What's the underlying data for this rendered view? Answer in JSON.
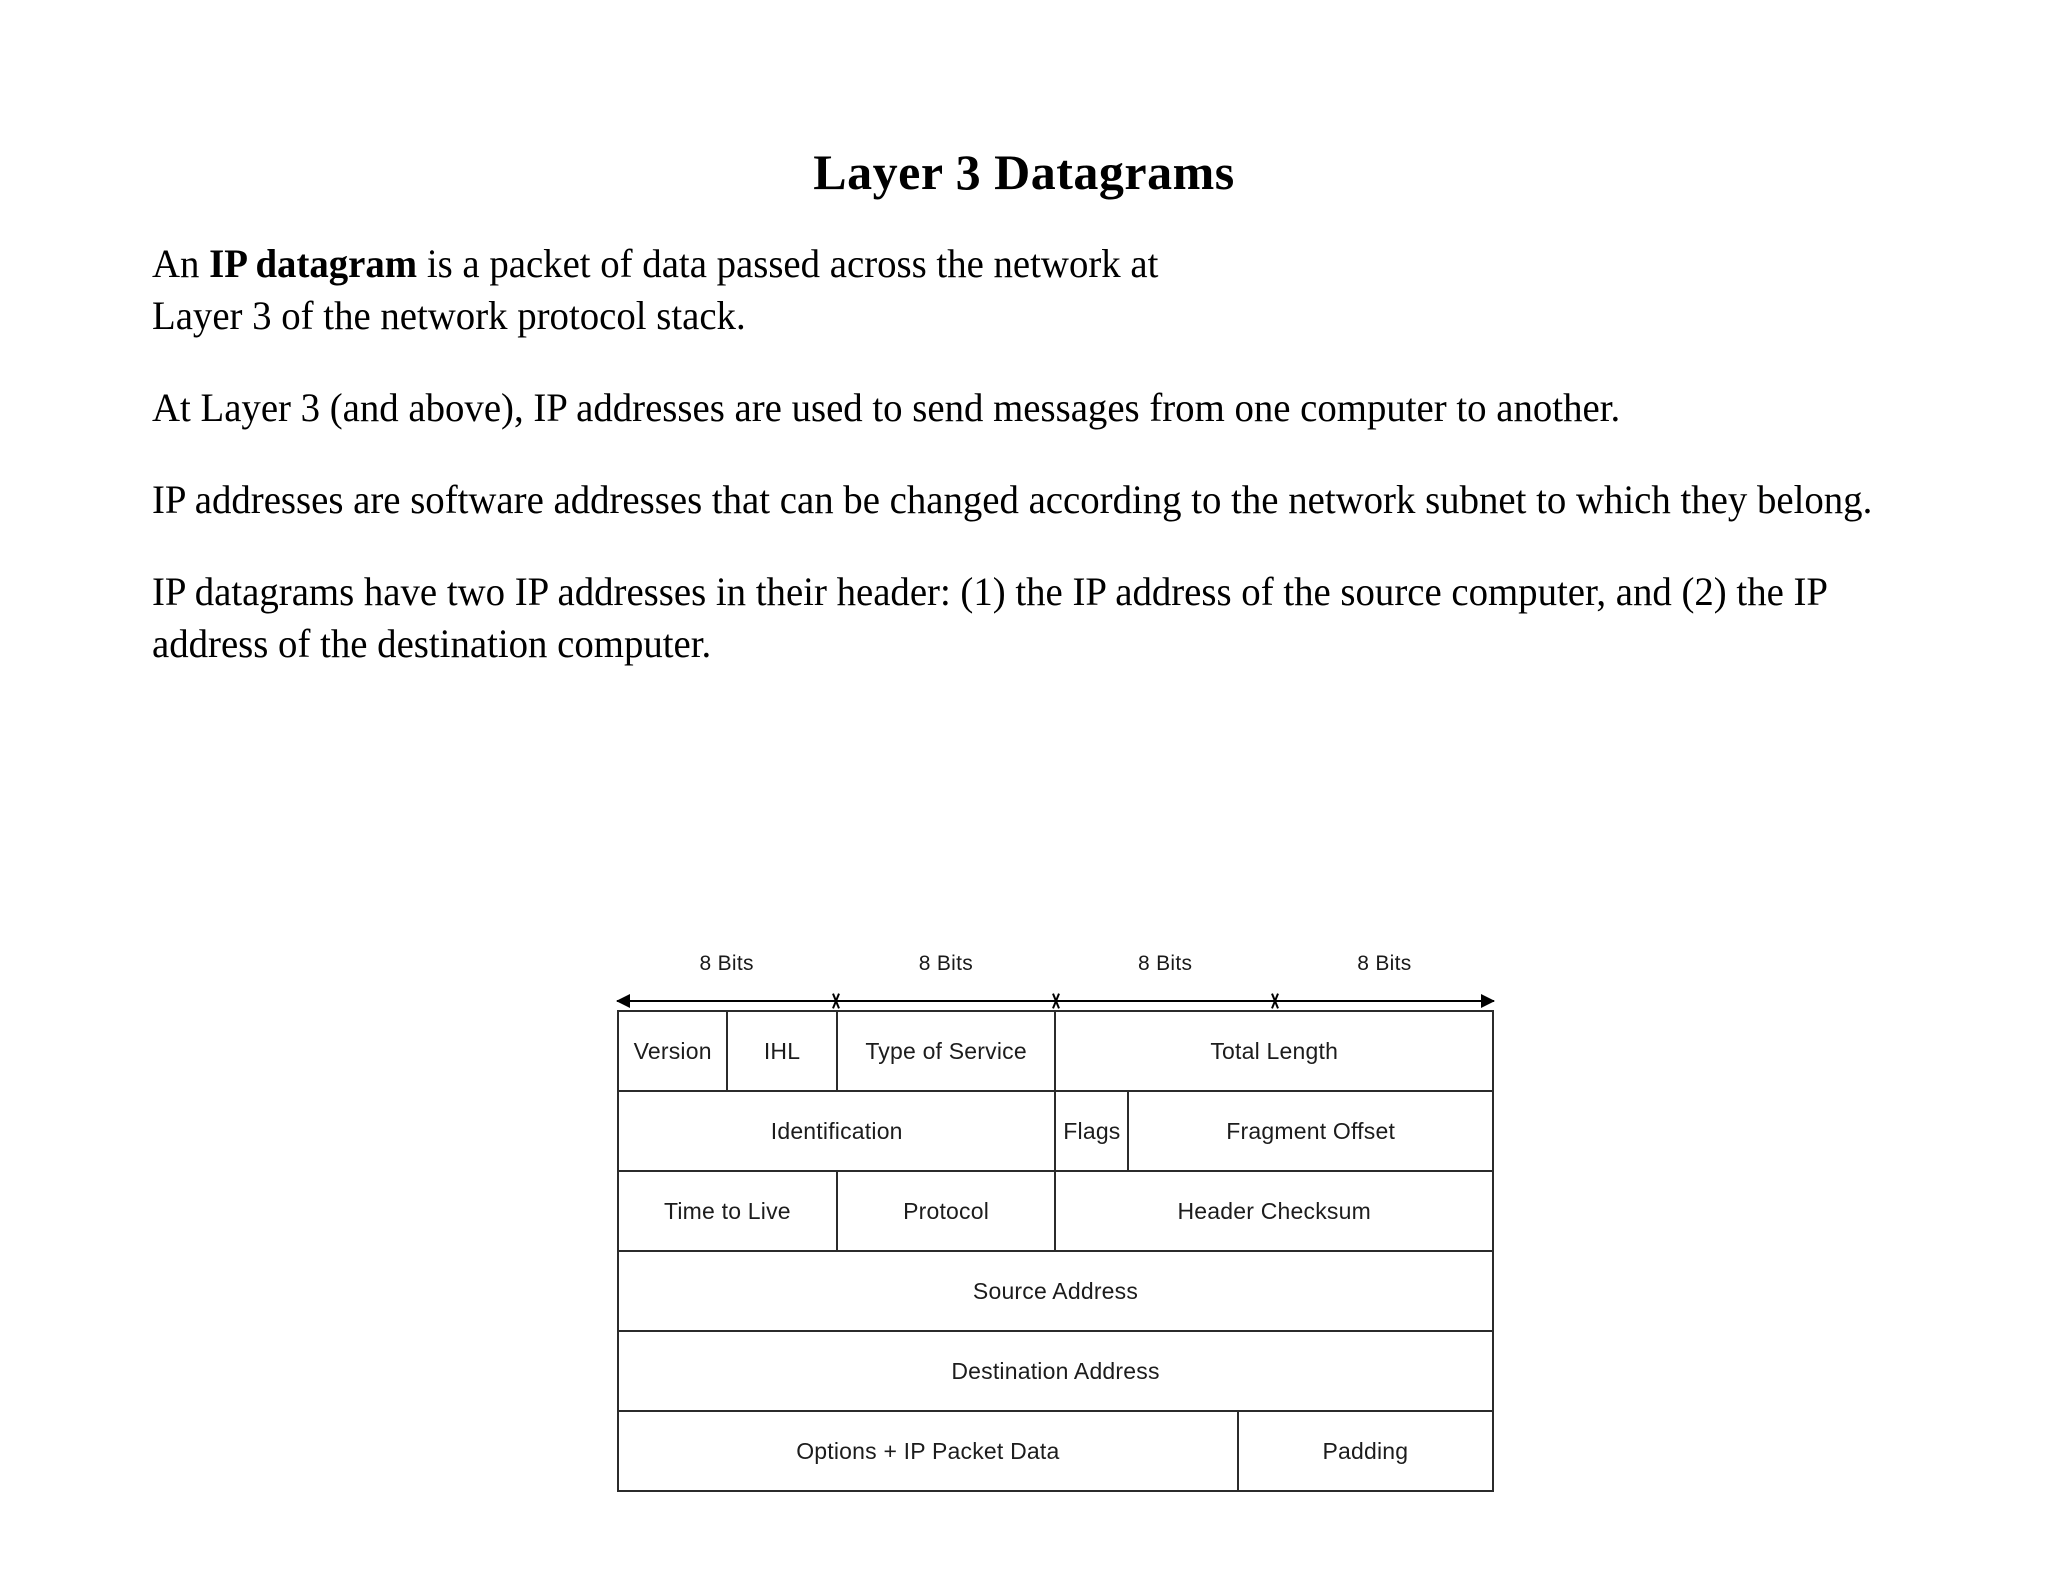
{
  "slide": {
    "title": "Layer 3 Datagrams",
    "paragraphs": [
      {
        "id": "para-1",
        "segments": [
          {
            "text": "An ",
            "bold": false
          },
          {
            "text": "IP datagram",
            "bold": true
          },
          {
            "text": " is a packet of data passed across the network at\nLayer 3 of the network protocol stack.",
            "bold": false
          }
        ]
      },
      {
        "id": "para-2",
        "segments": [
          {
            "text": "At Layer 3 (and above), IP addresses are used to send messages from one computer to another.",
            "bold": false
          }
        ]
      },
      {
        "id": "para-3",
        "segments": [
          {
            "text": "IP addresses are software addresses that can be changed according to the network subnet to which they belong.",
            "bold": false
          }
        ]
      },
      {
        "id": "para-4",
        "segments": [
          {
            "text": "IP datagrams have two IP addresses in their header: (1) the IP address of the source computer, and (2) the IP address of the destination computer.",
            "bold": false
          }
        ]
      }
    ]
  },
  "diagram": {
    "name": "ipv4-header-format",
    "ruler": {
      "labels": [
        "8 Bits",
        "8 Bits",
        "8 Bits",
        "8 Bits"
      ],
      "tick_positions_percent": [
        25,
        50,
        75
      ]
    },
    "rows": [
      {
        "id": "row-1",
        "cells": [
          {
            "label": "Version",
            "span": 3
          },
          {
            "label": "IHL",
            "span": 3
          },
          {
            "label": "Type of Service",
            "span": 6
          },
          {
            "label": "Total Length",
            "span": 12
          }
        ]
      },
      {
        "id": "row-2",
        "cells": [
          {
            "label": "Identification",
            "span": 12
          },
          {
            "label": "Flags",
            "span": 2
          },
          {
            "label": "Fragment Offset",
            "span": 10
          }
        ]
      },
      {
        "id": "row-3",
        "cells": [
          {
            "label": "Time to Live",
            "span": 6
          },
          {
            "label": "Protocol",
            "span": 6
          },
          {
            "label": "Header Checksum",
            "span": 12
          }
        ]
      },
      {
        "id": "row-4",
        "cells": [
          {
            "label": "Source Address",
            "span": 24
          }
        ]
      },
      {
        "id": "row-5",
        "cells": [
          {
            "label": "Destination Address",
            "span": 24
          }
        ]
      },
      {
        "id": "row-6",
        "cells": [
          {
            "label": "Options + IP Packet Data",
            "span": 17
          },
          {
            "label": "Padding",
            "span": 7
          }
        ]
      }
    ]
  },
  "colors": {
    "page_background": "#ffffff",
    "text": "#000000",
    "table_border": "#2b2b2b",
    "diagram_text": "#1c1c1c"
  }
}
